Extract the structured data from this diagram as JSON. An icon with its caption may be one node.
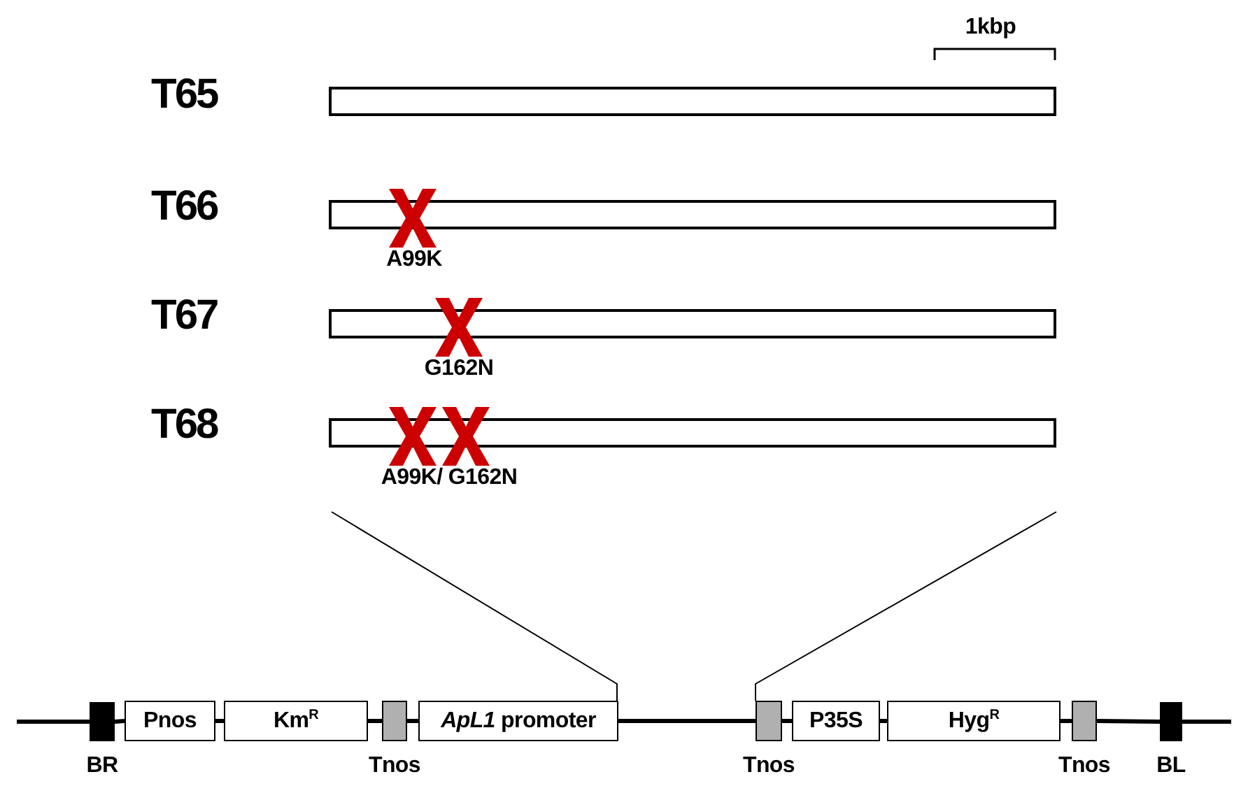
{
  "diagram": {
    "nodes": [
      {
        "text": [],
        "shape": "bar",
        "beside": [
          "T65"
        ]
      },
      {
        "text": [],
        "shape": "bar",
        "beside": [
          "T66",
          "A99K"
        ]
      },
      {
        "text": [],
        "shape": "bar",
        "beside": [
          "T67",
          "G162N"
        ]
      },
      {
        "text": [],
        "shape": "bar",
        "beside": [
          "T68",
          "A99K/ G162N"
        ]
      },
      {
        "text": [],
        "shape": "box",
        "beside": [
          "BR"
        ]
      },
      {
        "text": [
          "Pnos"
        ]
      },
      {
        "text": [
          "Km$^{R}$"
        ]
      },
      {
        "text": [],
        "shape": "box",
        "beside": [
          "Tnos"
        ]
      },
      {
        "text": [
          "*ApL1* promoter"
        ]
      },
      {
        "text": [],
        "shape": "box",
        "beside": [
          "Tnos"
        ]
      },
      {
        "text": [
          "P35S"
        ]
      },
      {
        "text": [
          "Hyg$^{R}$"
        ]
      },
      {
        "text": [],
        "shape": "box",
        "beside": [
          "Tnos"
        ]
      },
      {
        "text": [],
        "shape": "box",
        "beside": [
          "BL"
        ]
      }
    ],
    "edges": [
      {
        "from": null,
        "to": 4,
        "arrow": "none"
      },
      {
        "from": 4,
        "to": 5,
        "arrow": "none"
      },
      {
        "from": 5,
        "to": 6,
        "arrow": "none"
      },
      {
        "from": 6,
        "to": 7,
        "arrow": "none"
      },
      {
        "from": 7,
        "to": 8,
        "arrow": "none"
      },
      {
        "from": 8,
        "to": 9,
        "arrow": "none"
      },
      {
        "from": 9,
        "to": 10,
        "arrow": "none"
      },
      {
        "from": 10,
        "to": 11,
        "arrow": "none"
      },
      {
        "from": 11,
        "to": 12,
        "arrow": "none"
      },
      {
        "from": 12,
        "to": 13,
        "arrow": "none"
      },
      {
        "from": 13,
        "to": null,
        "arrow": "none"
      }
    ],
    "labels": [
      "1kbp"
    ]
  }
}
